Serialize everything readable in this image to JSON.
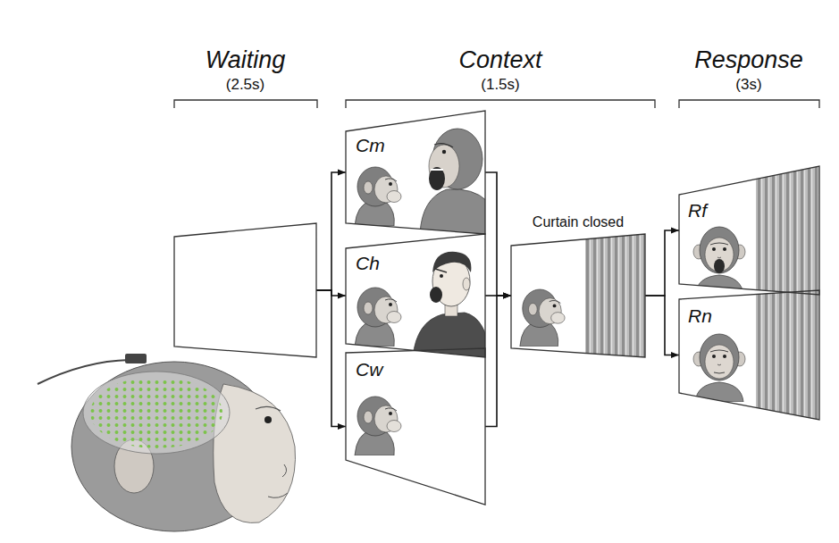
{
  "diagram": {
    "nodes": [
      {
        "text": [
          "Waiting",
          "(2.5s)"
        ]
      },
      {
        "text": [
          "Cm"
        ]
      },
      {
        "text": [
          "Ch"
        ]
      },
      {
        "text": [
          "Cw"
        ]
      },
      {
        "text": [
          "Curtain closed"
        ]
      },
      {
        "text": [
          "Rf"
        ]
      },
      {
        "text": [
          "Rn"
        ]
      }
    ],
    "edges": [
      {
        "from": 0,
        "to": 1,
        "arrow": "to"
      },
      {
        "from": 0,
        "to": 2,
        "arrow": "to"
      },
      {
        "from": 0,
        "to": 3,
        "arrow": "to"
      },
      {
        "from": 1,
        "to": 4,
        "arrow": "to"
      },
      {
        "from": 2,
        "to": 4,
        "arrow": "to"
      },
      {
        "from": 3,
        "to": 4,
        "arrow": "to"
      },
      {
        "from": 4,
        "to": 5,
        "arrow": "to"
      },
      {
        "from": 4,
        "to": 6,
        "arrow": "to"
      }
    ],
    "labels": [
      "Context",
      "(1.5s)",
      "Response",
      "(3s)"
    ]
  }
}
